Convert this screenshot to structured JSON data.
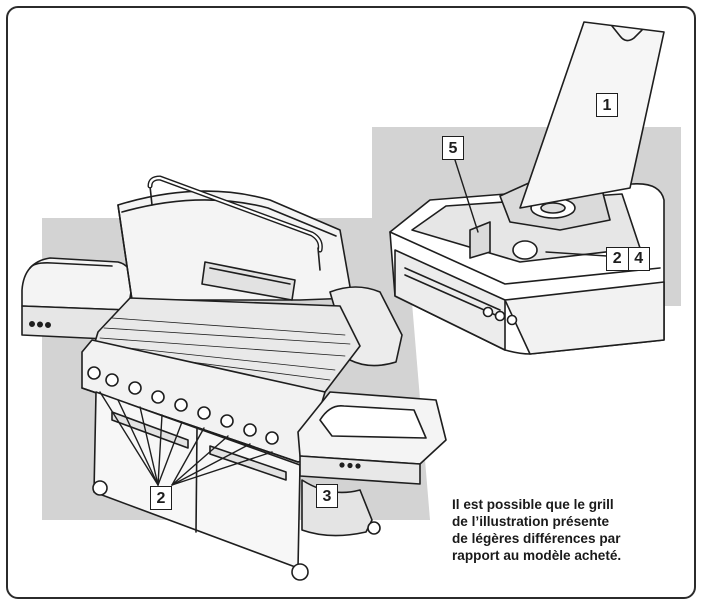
{
  "callouts": {
    "lid": "1",
    "burner_knobs": "2",
    "side_burner_knob": "2",
    "side_burner_part": "4",
    "side_table": "3",
    "side_burner_valve": "5"
  },
  "note": {
    "lines": [
      "Il est possible que le grill",
      "de l’illustration présente",
      "de légères différences par",
      "rapport au modèle acheté."
    ]
  },
  "colors": {
    "border": "#2b2b2b",
    "shadow_panel": "#d3d3d3",
    "line": "#1e1e1e",
    "fill_light": "#f4f4f4",
    "fill_mid": "#e2e2e2",
    "background": "#ffffff"
  }
}
